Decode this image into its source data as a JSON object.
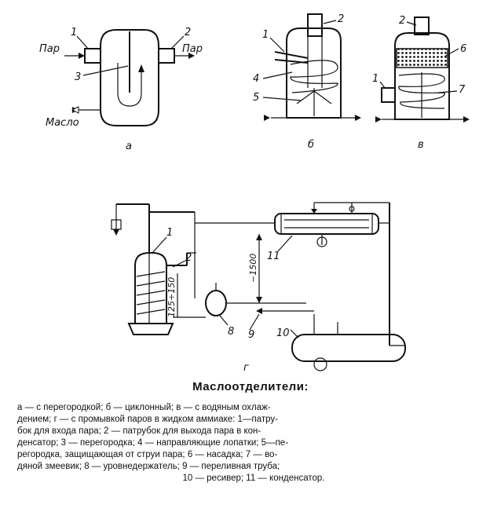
{
  "figure": {
    "panels": {
      "a": {
        "label": "a",
        "callouts": [
          "1",
          "2",
          "3"
        ],
        "inlet_text": "Пар",
        "outlet_text": "Пар",
        "oil_text": "Масло"
      },
      "b": {
        "label": "б",
        "callouts": [
          "1",
          "2",
          "4",
          "5"
        ]
      },
      "c": {
        "label": "в",
        "callouts": [
          "1",
          "2",
          "6",
          "7"
        ]
      },
      "d": {
        "label": "г",
        "callouts": [
          "1",
          "2",
          "8",
          "9",
          "10",
          "11"
        ],
        "dim_1": "125÷150",
        "dim_2": "~1500"
      }
    }
  },
  "caption": {
    "title": "Маслоотделители:",
    "lines": [
      "а — с перегородкой; б — циклонный; в — с водяным охлаж-",
      "дением; г — с промывкой паров в жидком аммиаке: 1—патру-",
      "бок для входа пара; 2 — патрубок для выхода пара в кон-",
      "денсатор; 3 — перегородка; 4 — направляющие лопатки; 5—пе-",
      "регородка, защищающая от струи пара; 6 — насадка; 7 — во-",
      "дяной змеевик; 8 — уровнедержатель; 9 — переливная труба;",
      "10 — ресивер; 11 — конденсатор."
    ]
  }
}
